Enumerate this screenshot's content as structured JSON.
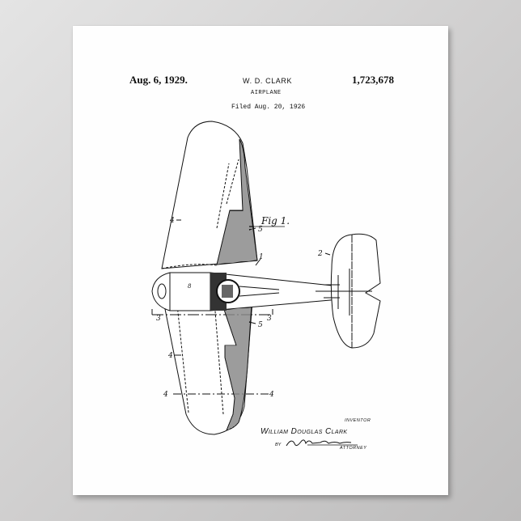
{
  "poster": {
    "date": "Aug. 6, 1929.",
    "inventor_header": "W. D. CLARK",
    "patent_number": "1,723,678",
    "subject": "AIRPLANE",
    "filed": "Filed Aug. 20, 1926",
    "figure_label": "Fig 1.",
    "reference_numerals": {
      "fuselage": "1",
      "tail": "2",
      "section_3": "3",
      "wing": "4",
      "wing_flap": "5",
      "engine": "8"
    },
    "signature": {
      "inventor_label": "INVENTOR",
      "inventor_name": "William Douglas Clark",
      "by_label": "BY",
      "attorney_label": "ATTORNEY"
    }
  },
  "colors": {
    "background": "#d2d1d1",
    "paper": "#fefefe",
    "ink": "#111111"
  }
}
